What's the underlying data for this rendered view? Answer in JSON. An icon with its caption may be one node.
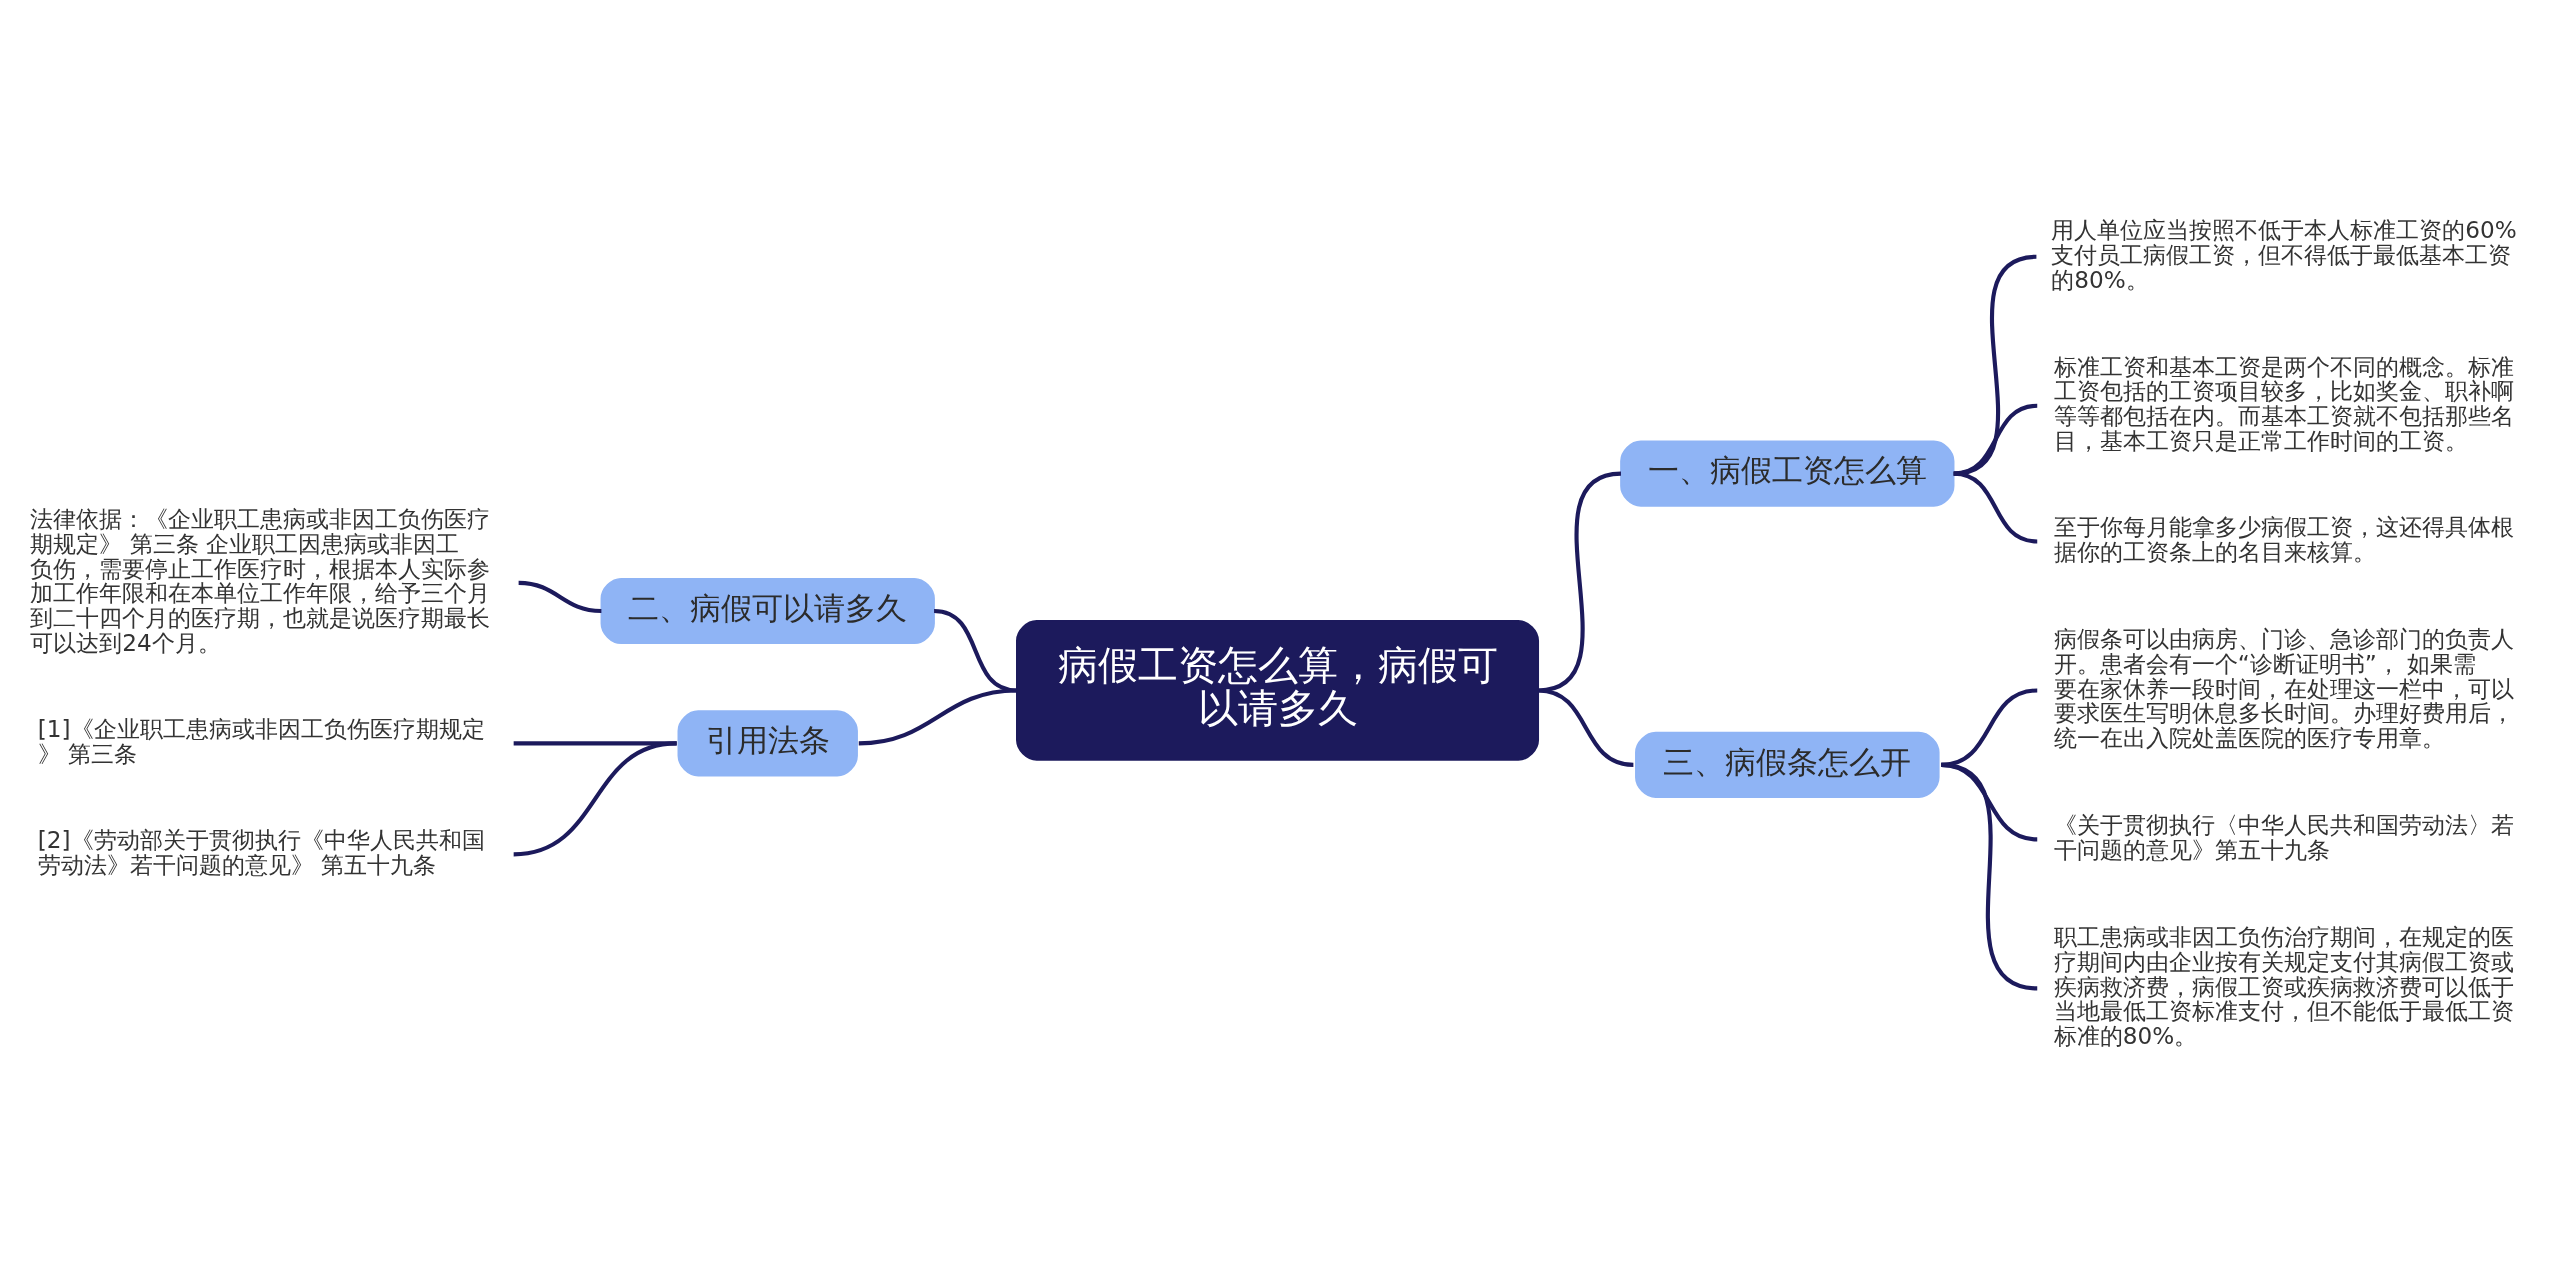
{
  "diagram": {
    "nodes": [
      {
        "text": [
          "病假工资怎么算，病假可以请多久"
        ]
      },
      {
        "text": [
          "一、病假工资怎么算"
        ]
      },
      {
        "text": [
          "用人单位应当按照不低于本人标准工资的60%支付员工病假工资，但不得低于最低基本工资的80%。"
        ]
      },
      {
        "text": [
          "标准工资和基本工资是两个不同的概念。标准工资包括的工资项目较多，比如奖金、职补啊等等都包括在内。而基本工资就不包括那些名目，基本工资只是正常工作时间的工资。"
        ]
      },
      {
        "text": [
          "至于你每月能拿多少病假工资，这还得具体根据你的工资条上的名目来核算。"
        ]
      },
      {
        "text": [
          "三、病假条怎么开"
        ]
      },
      {
        "text": [
          "病假条可以由病房、门诊、急诊部门的负责人开。患者会有一个“诊断证明书”， 如果需要在家休养一段时间，在处理这一栏中，可以要求医生写明休息多长时间。办理好费用后，统一在出入院处盖医院的医疗专用章。"
        ]
      },
      {
        "text": [
          "《关于贯彻执行〈中华人民共和国劳动法〉若干问题的意见》第五十九条"
        ]
      },
      {
        "text": [
          "职工患病或非因工负伤治疗期间，在规定的医疗期间内由企业按有关规定支付其病假工资或疾病救济费，病假工资或疾病救济费可以低于当地最低工资标准支付，但不能低于最低工资标准的80%。"
        ]
      },
      {
        "text": [
          "二、病假可以请多久"
        ]
      },
      {
        "text": [
          "法律依据：《企业职工患病或非因工负伤医疗期规定》 第三条 企业职工因患病或非因工负伤，需要停止工作医疗时，根据本人实际参加工作年限和在本单位工作年限，给予三个月到二十四个月的医疗期，也就是说医疗期最长可以达到24个月。"
        ]
      },
      {
        "text": [
          "引用法条"
        ]
      },
      {
        "text": [
          "[1]《企业职工患病或非因工负伤医疗期规定》 第三条"
        ]
      },
      {
        "text": [
          "[2]《劳动部关于贯彻执行《中华人民共和国劳动法》若干问题的意见》 第五十九条"
        ]
      }
    ],
    "edges": [
      {
        "from": 0,
        "to": 1,
        "arrow": "none"
      },
      {
        "from": 1,
        "to": 2,
        "arrow": "none"
      },
      {
        "from": 1,
        "to": 3,
        "arrow": "none"
      },
      {
        "from": 1,
        "to": 4,
        "arrow": "none"
      },
      {
        "from": 0,
        "to": 5,
        "arrow": "none"
      },
      {
        "from": 5,
        "to": 6,
        "arrow": "none"
      },
      {
        "from": 5,
        "to": 7,
        "arrow": "none"
      },
      {
        "from": 5,
        "to": 8,
        "arrow": "none"
      },
      {
        "from": 9,
        "to": 0,
        "arrow": "none"
      },
      {
        "from": 10,
        "to": 9,
        "arrow": "none"
      },
      {
        "from": 11,
        "to": 0,
        "arrow": "none"
      },
      {
        "from": 12,
        "to": 11,
        "arrow": "none"
      },
      {
        "from": 13,
        "to": 11,
        "arrow": "none"
      }
    ]
  }
}
